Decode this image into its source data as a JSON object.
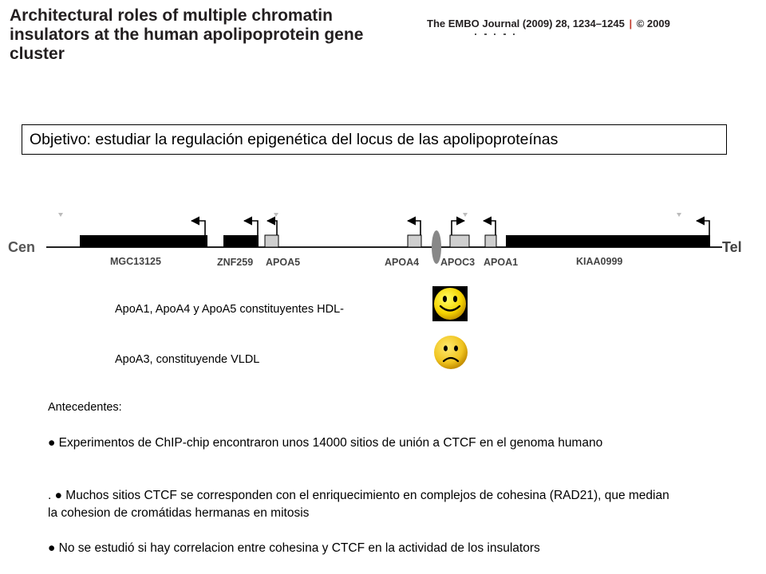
{
  "paper": {
    "title": "Architectural roles of multiple chromatin insulators at the human apolipoprotein gene cluster",
    "journal": "The EMBO Journal (2009) 28, 1234–1245",
    "copyright": "© 2009"
  },
  "objective": "Objetivo: estudiar la regulación epigenética del locus de las apolipoproteínas",
  "locus": {
    "left_end": "Cen",
    "right_end": "Tel",
    "genes": [
      "MGC13125",
      "ZNF259",
      "APOA5",
      "APOA4",
      "APOC3",
      "APOA1",
      "KIAA0999"
    ]
  },
  "roles": [
    {
      "text": "ApoA1, ApoA4 y ApoA5 constituyentes HDL-",
      "icon": "happy-face-icon"
    },
    {
      "text": "ApoA3, constituyende VLDL",
      "icon": "sad-face-icon"
    }
  ],
  "background": {
    "heading": "Antecedentes:",
    "bullets": [
      "●  Experimentos de ChIP-chip encontraron unos 14000 sitios de unión a CTCF en el genoma humano",
      ". ●  Muchos sitios CTCF se corresponden con el enriquecimiento en complejos de cohesina (RAD21), que median la cohesion de cromátidas hermanas en mitosis",
      "●  No se estudió si hay correlacion entre cohesina y CTCF en la actividad de los insulators"
    ]
  }
}
